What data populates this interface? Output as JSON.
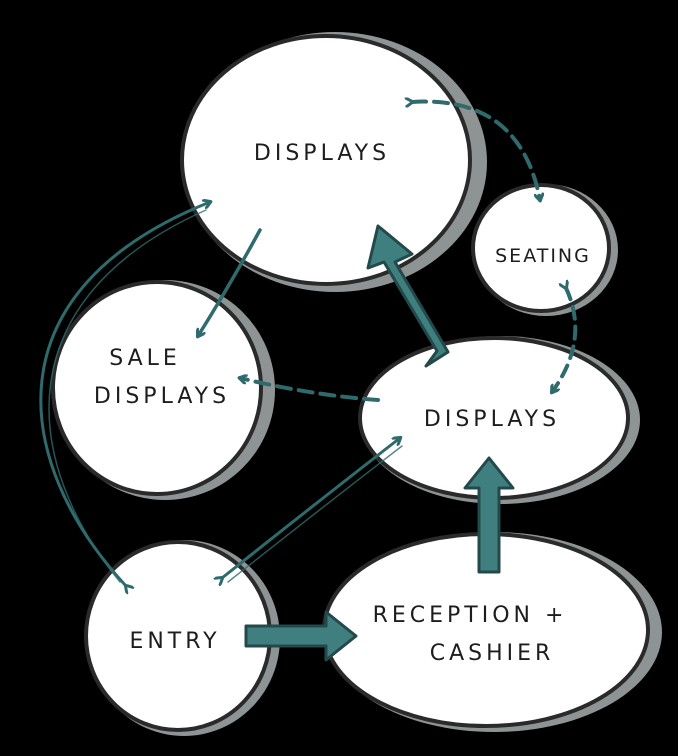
{
  "nodes": {
    "displays_top": "DISPLAYS",
    "seating": "SEATING",
    "sale_displays": [
      "SALE",
      "DISPLAYS"
    ],
    "displays_mid": "DISPLAYS",
    "entry": "ENTRY",
    "reception": [
      "RECEPTION +",
      "CASHIER"
    ]
  },
  "colors": {
    "background": "#000000",
    "bubble_fill": "#ffffff",
    "bubble_outline": "#2a2a2a",
    "bubble_shadow": "#8e9494",
    "arrow_teal": "#2f6b6d",
    "arrow_teal_fill": "#3f7f80"
  }
}
